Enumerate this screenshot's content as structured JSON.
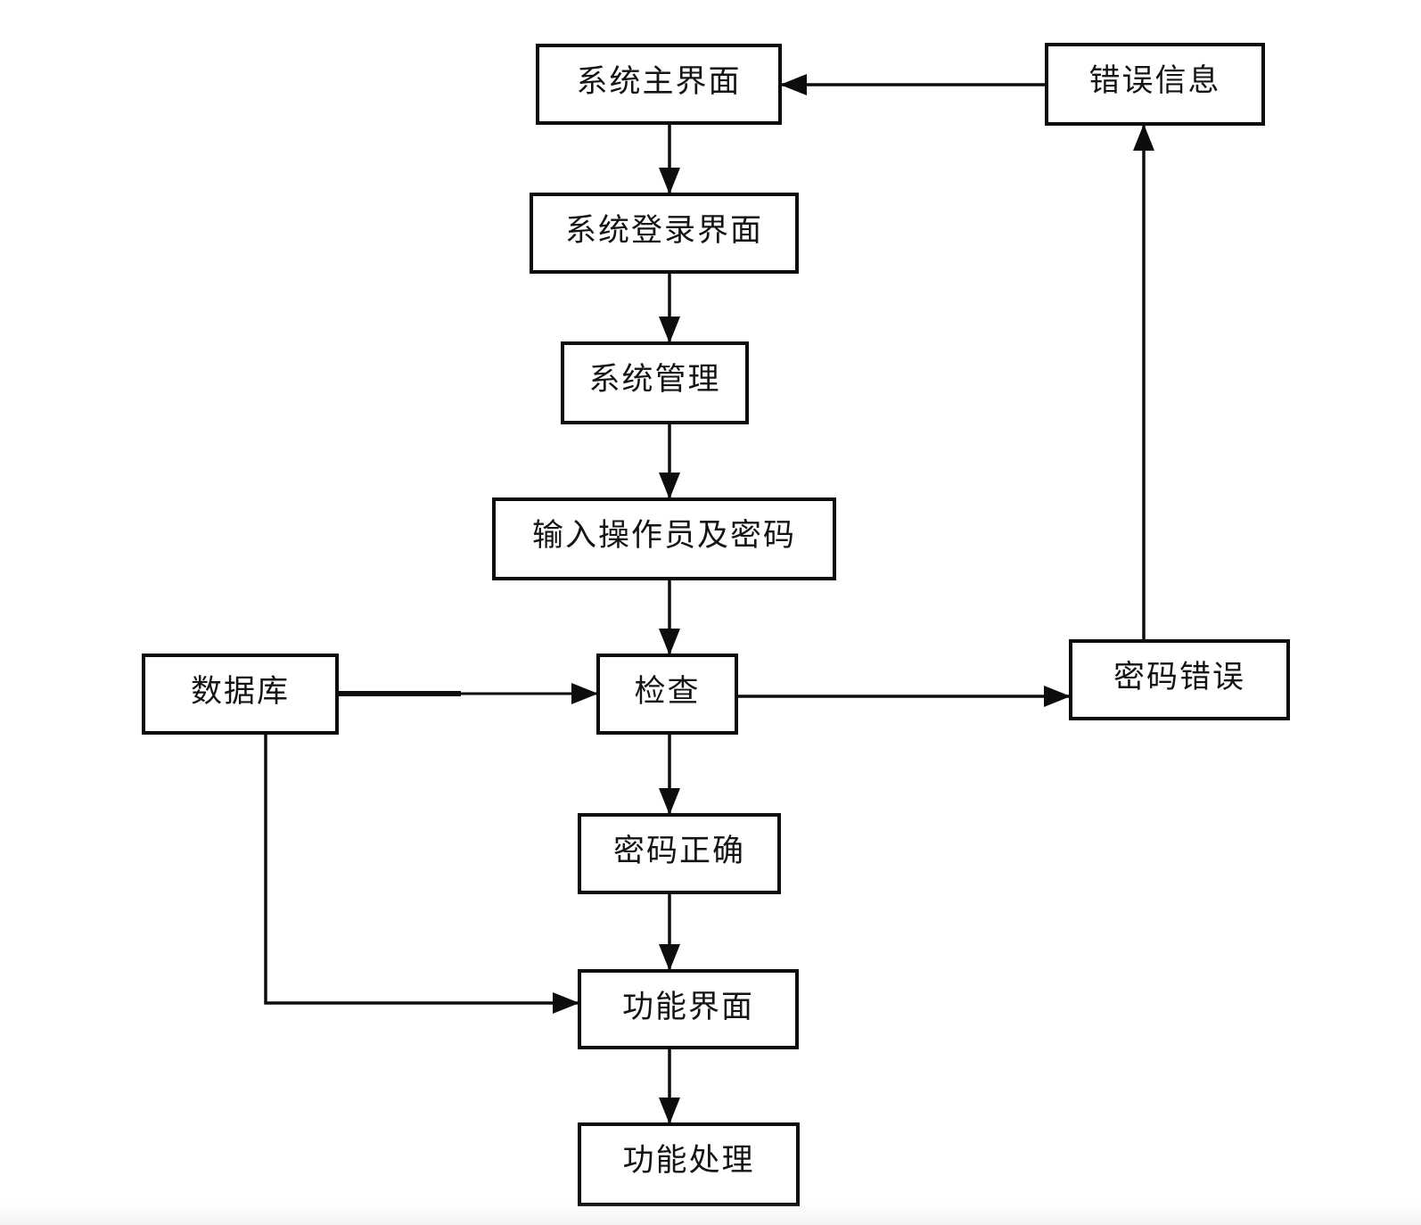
{
  "diagram": {
    "nodes": {
      "main_ui": "系统主界面",
      "error_info": "错误信息",
      "login_ui": "系统登录界面",
      "system_mgmt": "系统管理",
      "input_credentials": "输入操作员及密码",
      "database": "数据库",
      "check": "检查",
      "pwd_error": "密码错误",
      "pwd_correct": "密码正确",
      "func_ui": "功能界面",
      "func_proc": "功能处理"
    },
    "edges": [
      {
        "from": "main_ui",
        "to": "login_ui"
      },
      {
        "from": "login_ui",
        "to": "system_mgmt"
      },
      {
        "from": "system_mgmt",
        "to": "input_credentials"
      },
      {
        "from": "input_credentials",
        "to": "check"
      },
      {
        "from": "database",
        "to": "check"
      },
      {
        "from": "check",
        "to": "pwd_error"
      },
      {
        "from": "pwd_error",
        "to": "error_info"
      },
      {
        "from": "error_info",
        "to": "main_ui"
      },
      {
        "from": "check",
        "to": "pwd_correct"
      },
      {
        "from": "pwd_correct",
        "to": "func_ui"
      },
      {
        "from": "database",
        "to": "func_ui"
      },
      {
        "from": "func_ui",
        "to": "func_proc"
      }
    ],
    "colors": {
      "line": "#0d0d0d",
      "background": "#ffffff"
    }
  }
}
